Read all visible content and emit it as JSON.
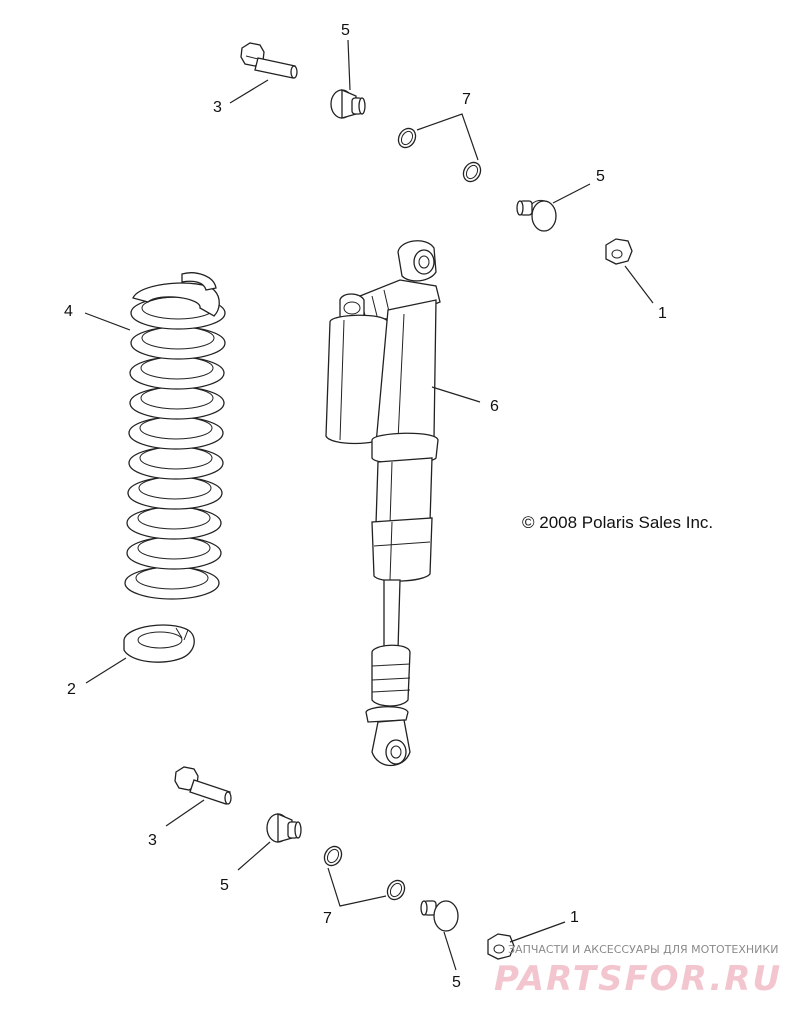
{
  "copyright": "© 2008 Polaris Sales Inc.",
  "callouts": {
    "c1_top": "1",
    "c1_bottom": "1",
    "c2": "2",
    "c3_top": "3",
    "c3_bottom": "3",
    "c4": "4",
    "c5_top_a": "5",
    "c5_top_b": "5",
    "c5_bottom_a": "5",
    "c5_bottom_b": "5",
    "c6": "6",
    "c7_top": "7",
    "c7_bottom": "7"
  },
  "watermark": {
    "small_text": "ЗАПЧАСТИ И АКСЕССУАРЫ ДЛЯ МОТОТЕХНИКИ",
    "big_text": "PARTSFOR.RU"
  }
}
